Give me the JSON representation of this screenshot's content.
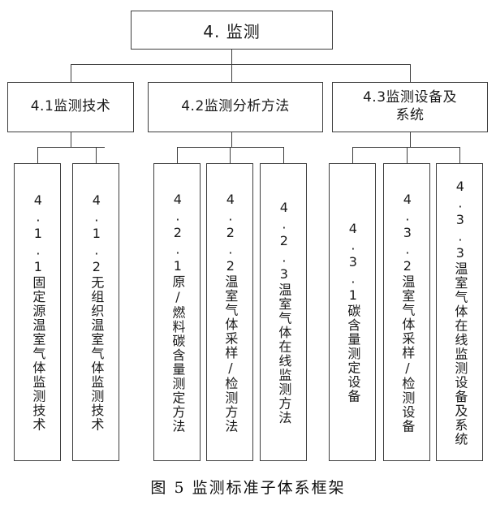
{
  "figure": {
    "caption": "图 5 监测标准子体系框架",
    "root": {
      "label": "4. 监测"
    },
    "branches": [
      {
        "id": "4.1",
        "label": "4.1监测技术",
        "children": [
          {
            "id": "4.1.1",
            "label": "4.1.1固定源温室气体监测技术"
          },
          {
            "id": "4.1.2",
            "label": "4.1.2无组织温室气体监测技术"
          }
        ]
      },
      {
        "id": "4.2",
        "label": "4.2监测分析方法",
        "children": [
          {
            "id": "4.2.1",
            "label": "4.2.1原/燃料碳含量测定方法"
          },
          {
            "id": "4.2.2",
            "label": "4.2.2温室气体采样/检测方法"
          },
          {
            "id": "4.2.3",
            "label": "4.2.3温室气体在线监测方法"
          }
        ]
      },
      {
        "id": "4.3",
        "label_line1": "4.3监测设备及",
        "label_line2": "系统",
        "label": "4.3监测设备及系统",
        "children": [
          {
            "id": "4.3.1",
            "label": "4.3.1碳含量测定设备"
          },
          {
            "id": "4.3.2",
            "label": "4.3.2温室气体采样/检测设备"
          },
          {
            "id": "4.3.3",
            "label": "4.3.3温室气体在线监测设备及系统"
          }
        ]
      }
    ],
    "colors": {
      "border": "#3d3d3d",
      "text": "#1a1a1a",
      "background": "#ffffff"
    }
  }
}
